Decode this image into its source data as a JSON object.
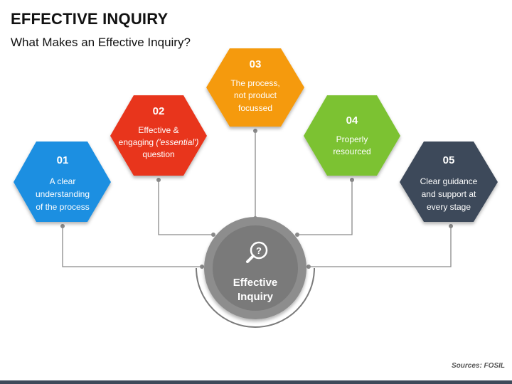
{
  "header": {
    "title": "EFFECTIVE INQUIRY",
    "subtitle": "What Makes an Effective Inquiry?"
  },
  "hub": {
    "label_line1": "Effective",
    "label_line2": "Inquiry",
    "icon": "magnifier-question-icon",
    "color": "#7a7a7a"
  },
  "items": [
    {
      "number": "01",
      "line1": "A clear",
      "line2": "understanding",
      "line3": "of the process",
      "color": "#1e8fe1"
    },
    {
      "number": "02",
      "line1": "Effective &",
      "line2a": "engaging ",
      "line2b": "('essential')",
      "line3": "question",
      "color": "#e8341c"
    },
    {
      "number": "03",
      "line1": "The process,",
      "line2": "not product",
      "line3": "focussed",
      "color": "#f59a0f"
    },
    {
      "number": "04",
      "line1": "Properly",
      "line2": "resourced",
      "color": "#7cc232"
    },
    {
      "number": "05",
      "line1": "Clear guidance",
      "line2": "and support at",
      "line3": "every stage",
      "color": "#3e4a5a"
    }
  ],
  "footer": {
    "source": "Sources: FOSIL"
  }
}
